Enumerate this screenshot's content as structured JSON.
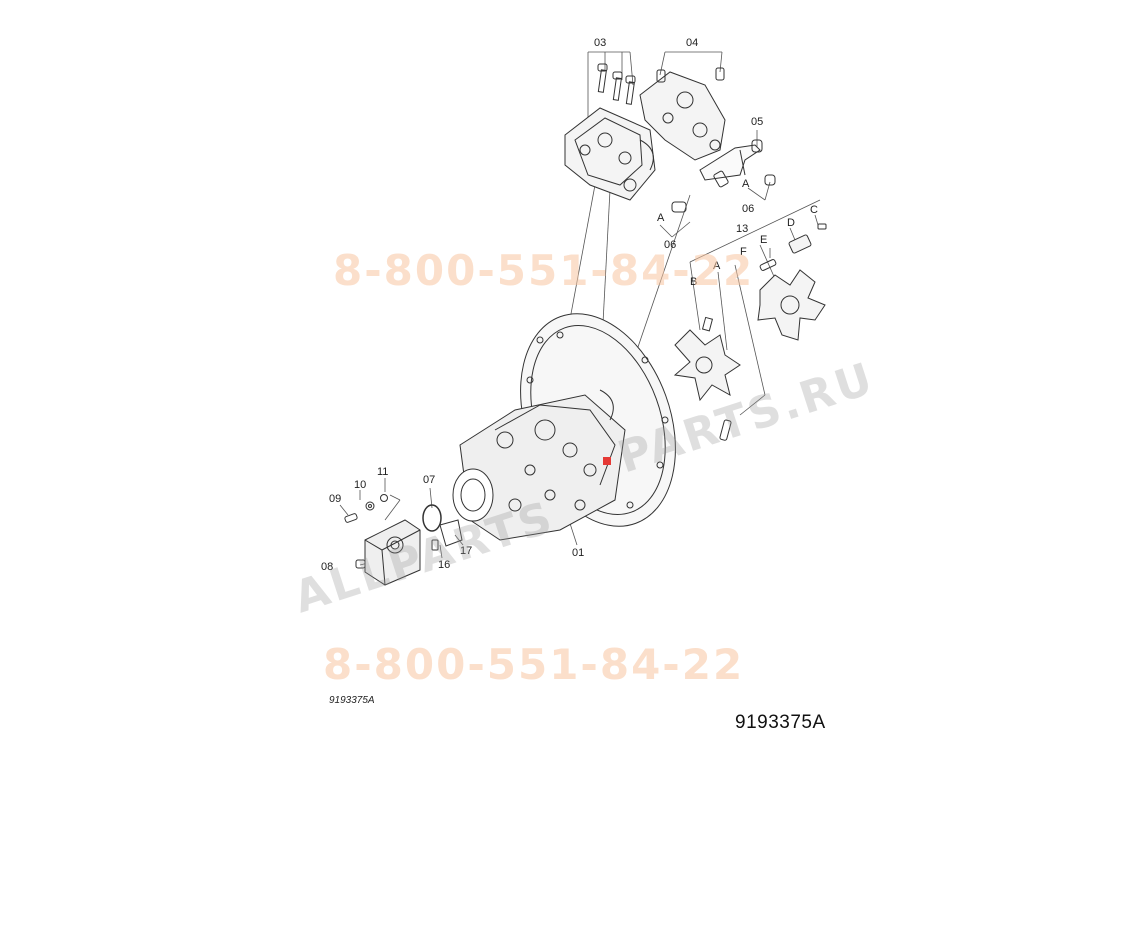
{
  "callouts": {
    "c01": "01",
    "c03": "03",
    "c04": "04",
    "c05": "05",
    "c06a": "06",
    "c06b": "06",
    "c07": "07",
    "c08": "08",
    "c09": "09",
    "c10": "10",
    "c11": "11",
    "c13": "13",
    "c16": "16",
    "c17": "17",
    "cA1": "A",
    "cA2": "A",
    "cA3": "A",
    "cB": "B",
    "cC": "C",
    "cD": "D",
    "cE": "E",
    "cF": "F"
  },
  "watermarks": {
    "phone_top": "8-800-551-84-22",
    "phone_bottom": "8-800-551-84-22",
    "site_left": "ALLPARTS",
    "site_right": "PARTS.RU"
  },
  "drawing_code_small": "9193375A",
  "drawing_code_large": "9193375A"
}
